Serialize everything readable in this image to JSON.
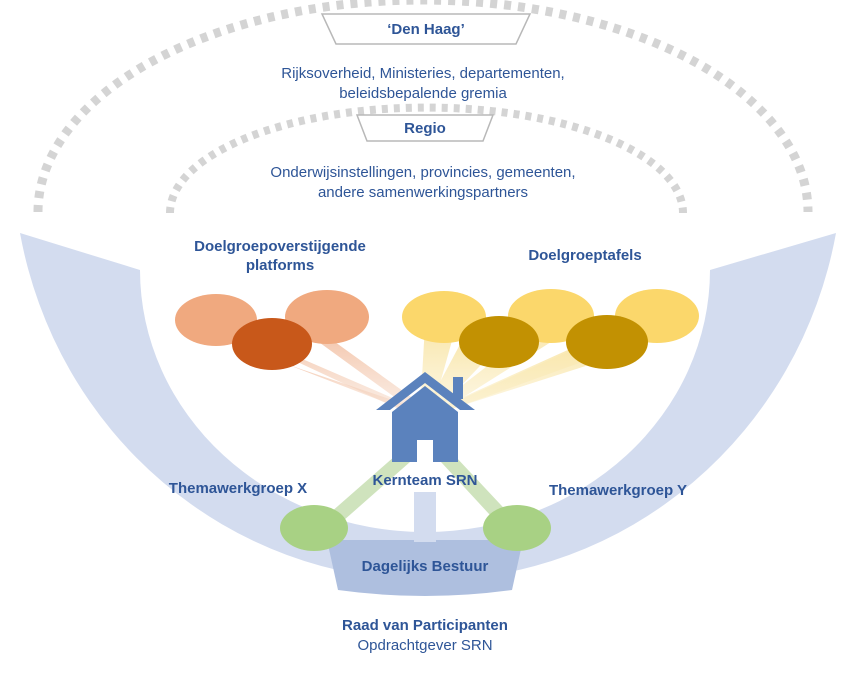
{
  "levels": {
    "den_haag": {
      "title": "‘Den Haag’",
      "line1": "Rijksoverheid, Ministeries, departementen,",
      "line2": "beleidsbepalende gremia"
    },
    "regio": {
      "title": "Regio",
      "line1": "Onderwijsinstellingen, provincies, gemeenten,",
      "line2": "andere samenwerkingspartners"
    }
  },
  "groups": {
    "platforms": {
      "line1": "Doelgroepoverstijgende",
      "line2": "platforms"
    },
    "tafels": {
      "label": "Doelgroeptafels"
    }
  },
  "core": {
    "kernteam": "Kernteam SRN",
    "themawerkgroep_x": "Themawerkgroep X",
    "themawerkgroep_y": "Themawerkgroep Y",
    "dagelijks_bestuur": "Dagelijks Bestuur"
  },
  "council": {
    "title": "Raad van Participanten",
    "subtitle": "Opdrachtgever SRN"
  },
  "colors": {
    "text": "#2e5597",
    "arc": "#d3dcef",
    "dots": "#d4d4d4",
    "platform_light": "#f0a97f",
    "platform_dark": "#c8581a",
    "tafel_light": "#fbd76b",
    "tafel_dark": "#c29102",
    "werkgroep": "#a8d184",
    "house": "#5b82bd",
    "bestuur": "#aebfdf"
  }
}
